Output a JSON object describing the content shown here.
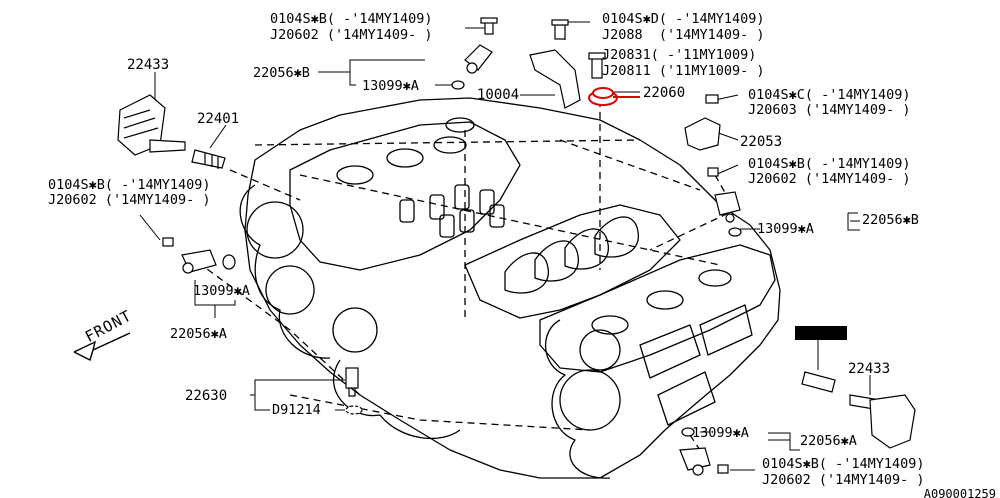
{
  "labels": {
    "top_sensor_a": "0104S✱B( -'14MY1409)",
    "top_sensor_b": "J20602 ('14MY1409- )",
    "top_22056": "22056✱B",
    "top_13099": "13099✱A",
    "mid_sensor_a": "0104S✱D( -'14MY1409)",
    "mid_sensor_b": "J2088  ('14MY1409- )",
    "j20831": "J20831( -'11MY1009)",
    "j20811": "J20811 ('11MY1009- )",
    "p10004": "10004",
    "p22060": "22060",
    "p22433_top": "22433",
    "p22401": "22401",
    "right_c_a": "0104S✱C( -'14MY1409)",
    "right_c_b": "J20603 ('14MY1409- )",
    "p22053": "22053",
    "right_b_a": "0104S✱B( -'14MY1409)",
    "right_b_b": "J20602 ('14MY1409- )",
    "right_13099": "13099✱A",
    "right_22056": "22056✱B",
    "left_b_a": "0104S✱B( -'14MY1409)",
    "left_b_b": "J20602 ('14MY1409- )",
    "left_13099": "13099✱A",
    "left_22056": "22056✱A",
    "front": "FRONT",
    "p22630": "22630",
    "d91214": "D91214",
    "p22433_bottom": "22433",
    "bottom_13099": "13099✱A",
    "bottom_22056": "22056✱A",
    "bottom_b_a": "0104S✱B( -'14MY1409)",
    "bottom_b_b": "J20602 ('14MY1409- )",
    "code": "A090001259"
  },
  "highlight_color": "#e00000",
  "line_color": "#000000"
}
